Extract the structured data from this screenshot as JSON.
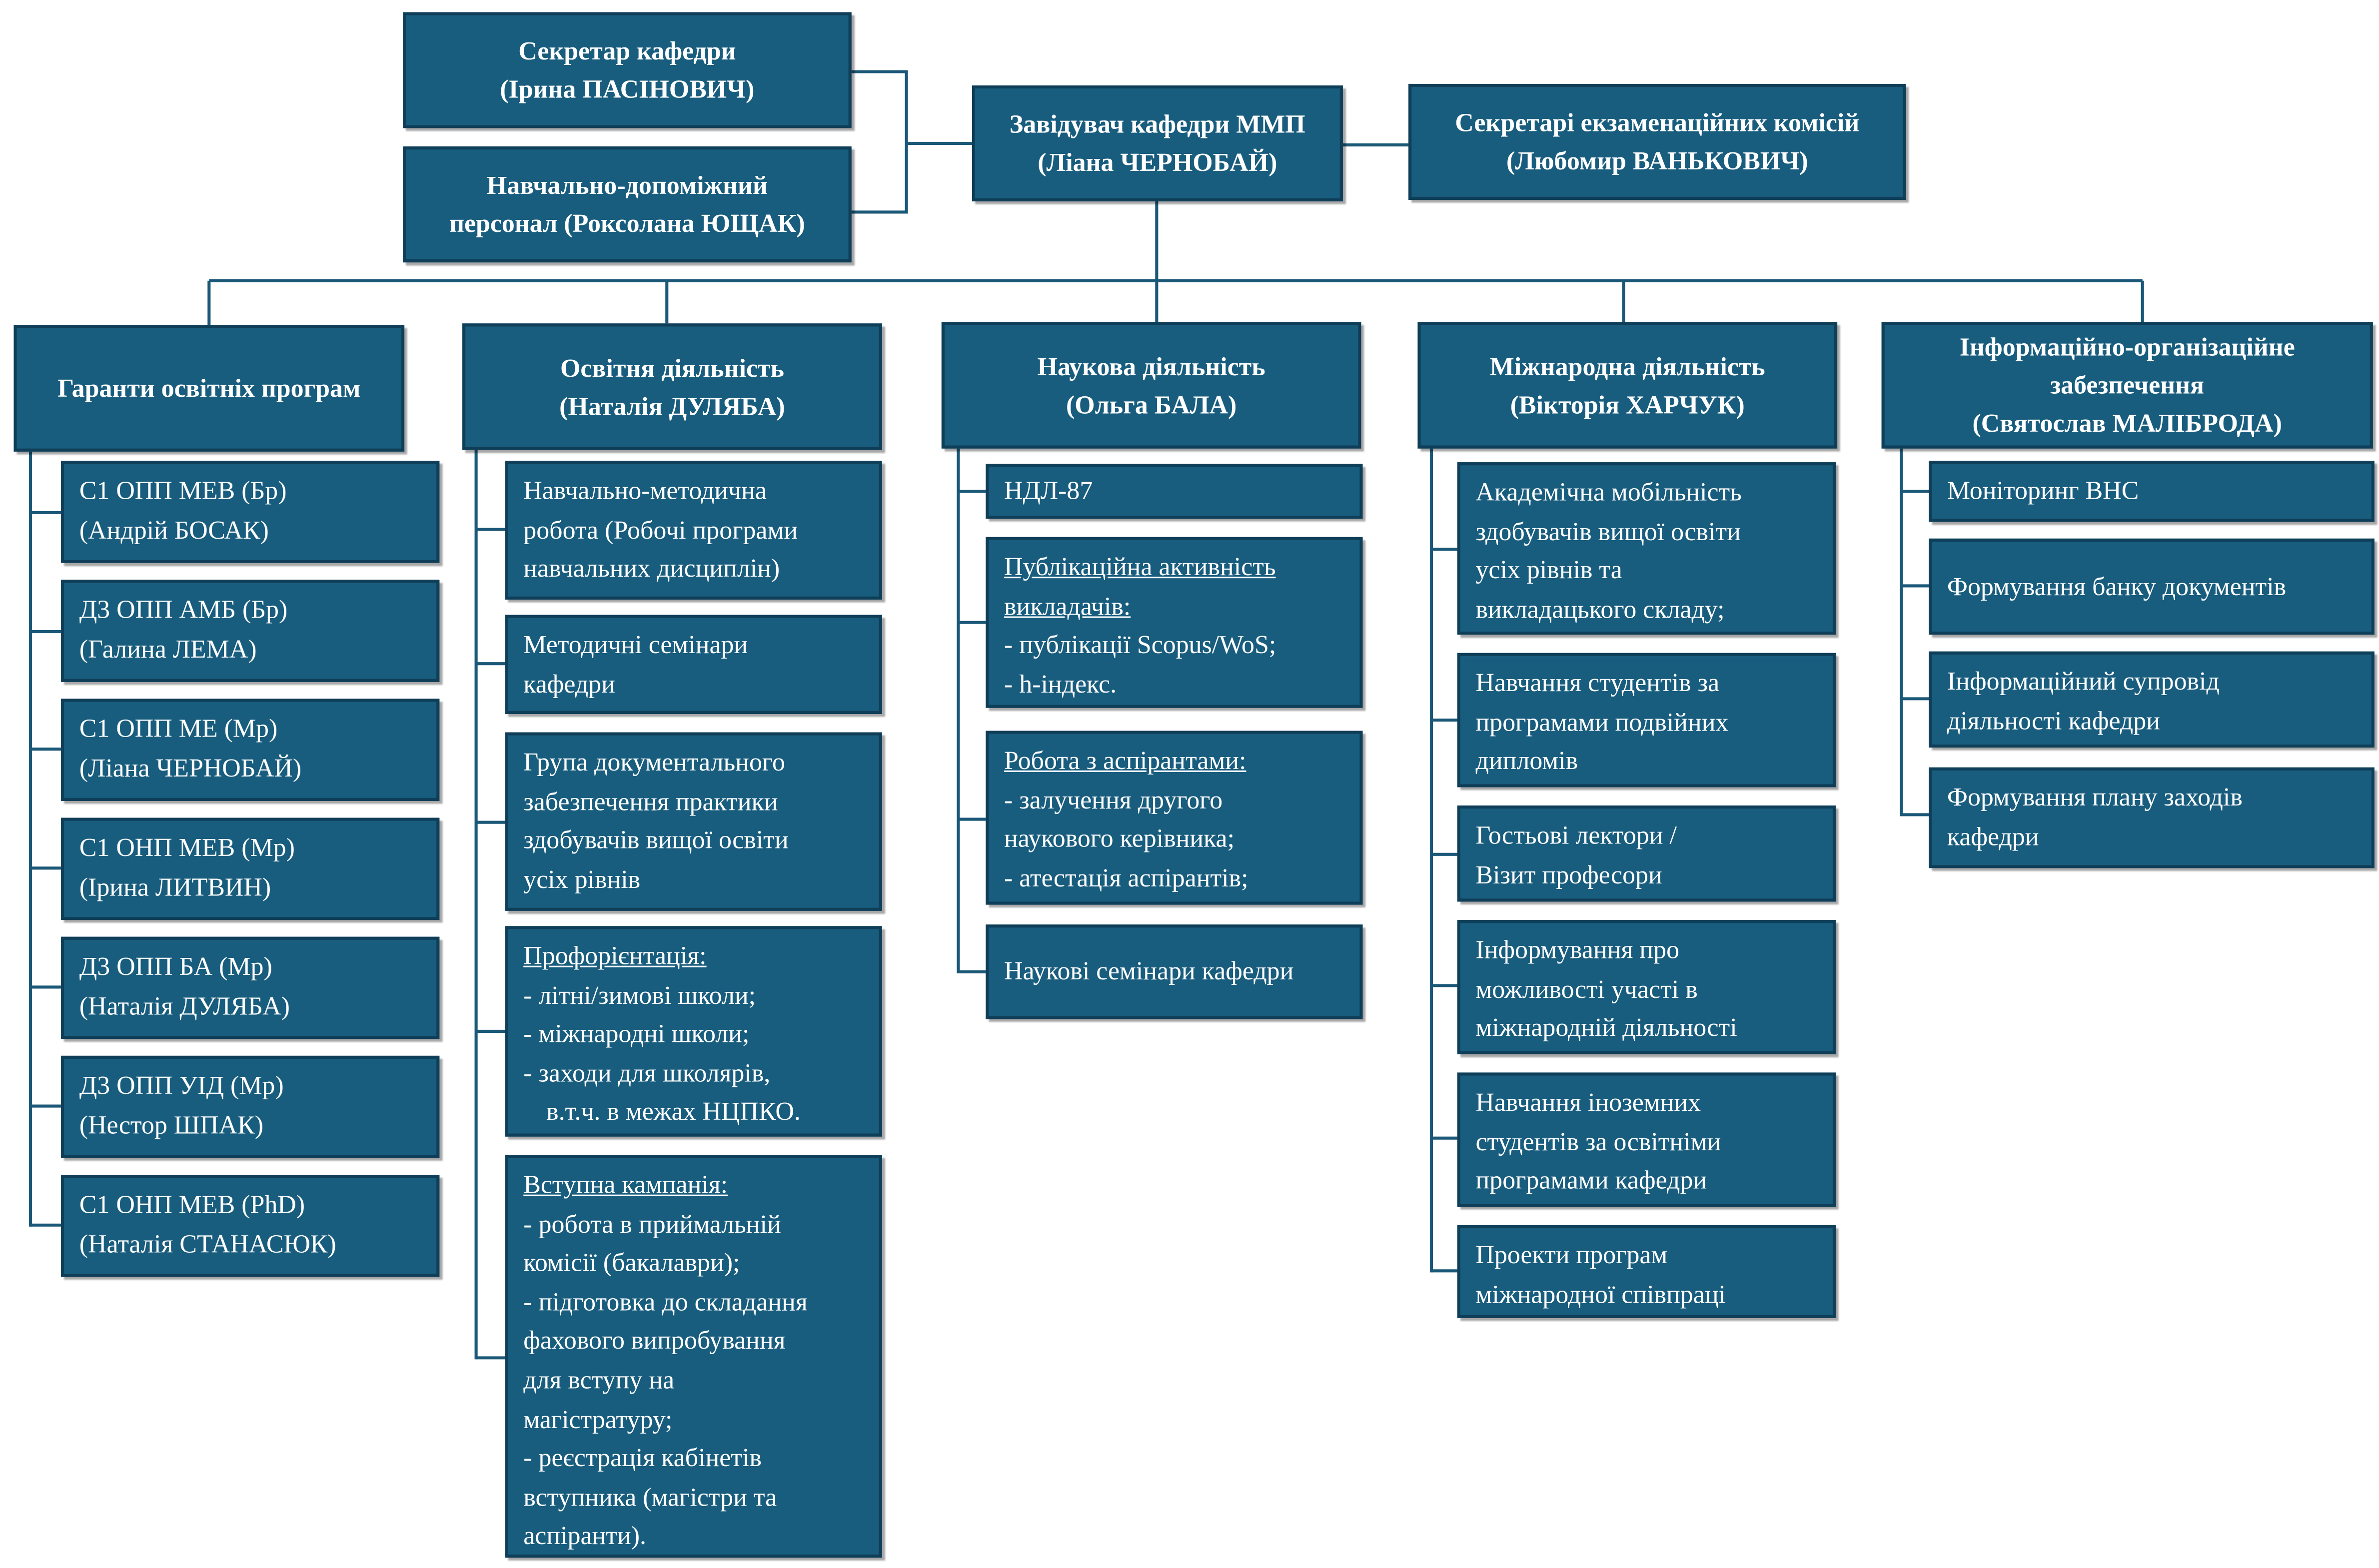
{
  "top": {
    "secretary": [
      "Секретар кафедри",
      "(Ірина ПАСІНОВИЧ)"
    ],
    "support": [
      "Навчально-допоміжний",
      "персонал (Роксолана ЮЩАК)"
    ],
    "head": [
      "Завідувач кафедри ММП",
      "(Ліана ЧЕРНОБАЙ)"
    ],
    "exam": [
      "Секретарі екзаменаційних комісій",
      "(Любомир ВАНЬКОВИЧ)"
    ]
  },
  "columns": {
    "guarantors": {
      "header": [
        "Гаранти освітніх програм"
      ],
      "items": [
        [
          "С1 ОПП МЕВ (Бр)",
          "(Андрій БОСАК)"
        ],
        [
          "Д3 ОПП АМБ (Бр)",
          "(Галина ЛЕМА)"
        ],
        [
          "С1 ОПП МЕ (Мр)",
          "(Ліана ЧЕРНОБАЙ)"
        ],
        [
          "С1 ОНП МЕВ (Мр)",
          "(Ірина ЛИТВИН)"
        ],
        [
          "Д3 ОПП БА (Мр)",
          "(Наталія ДУЛЯБА)"
        ],
        [
          "Д3 ОПП УІД (Мр)",
          "(Нестор ШПАК)"
        ],
        [
          "С1 ОНП МЕВ (PhD)",
          "(Наталія СТАНАСЮК)"
        ]
      ]
    },
    "education": {
      "header": [
        "Освітня діяльність",
        "(Наталія ДУЛЯБА)"
      ],
      "items": [
        [
          "Навчально-методична",
          "робота (Робочі програми",
          "навчальних дисциплін)"
        ],
        [
          "Методичні семінари",
          "кафедри"
        ],
        [
          "Група документального",
          "забезпечення практики",
          "здобувачів вищої освіти",
          "усіх рівнів"
        ],
        [
          "Профорієнтація:",
          "- літні/зимові школи;",
          "- міжнародні школи;",
          "- заходи для школярів,",
          "в.т.ч. в межах НЦПКО."
        ],
        [
          "Вступна кампанія:",
          "- робота в приймальній",
          "комісії (бакалаври);",
          "- підготовка до складання",
          "фахового випробування",
          "для вступу на",
          "магістратуру;",
          "- реєстрація кабінетів",
          "вступника (магістри та",
          "аспіранти)."
        ]
      ]
    },
    "science": {
      "header": [
        "Наукова діяльність",
        "(Ольга БАЛА)"
      ],
      "items": [
        [
          "НДЛ-87"
        ],
        [
          "Публікаційна активність",
          "викладачів:",
          "- публікації Scopus/WoS;",
          "- h-індекс."
        ],
        [
          "Робота з аспірантами:",
          "- залучення другого",
          "наукового керівника;",
          "- атестація аспірантів;"
        ],
        [
          "Наукові семінари кафедри"
        ]
      ]
    },
    "international": {
      "header": [
        "Міжнародна діяльність",
        "(Вікторія ХАРЧУК)"
      ],
      "items": [
        [
          "Академічна мобільність",
          "здобувачів вищої освіти",
          "усіх рівнів та",
          "викладацького складу;"
        ],
        [
          "Навчання студентів за",
          "програмами подвійних",
          "дипломів"
        ],
        [
          "Гостьові лектори /",
          "Візит професори"
        ],
        [
          "Інформування про",
          "можливості участі в",
          "міжнародній діяльності"
        ],
        [
          "Навчання іноземних",
          "студентів за освітніми",
          "програмами кафедри"
        ],
        [
          "Проекти програм",
          "міжнародної співпраці"
        ]
      ]
    },
    "info": {
      "header": [
        "Інформаційно-організаційне",
        "забезпечення",
        "(Святослав МАЛІБРОДА)"
      ],
      "items": [
        [
          "Моніторинг ВНС"
        ],
        [
          "Формування банку документів"
        ],
        [
          "Інформаційний супровід",
          "діяльності кафедри"
        ],
        [
          "Формування плану заходів",
          "кафедри"
        ]
      ]
    }
  },
  "colors": {
    "box": "#195d7e",
    "border": "#0f3e58",
    "text": "#ffffff",
    "line": "#1b5878"
  }
}
